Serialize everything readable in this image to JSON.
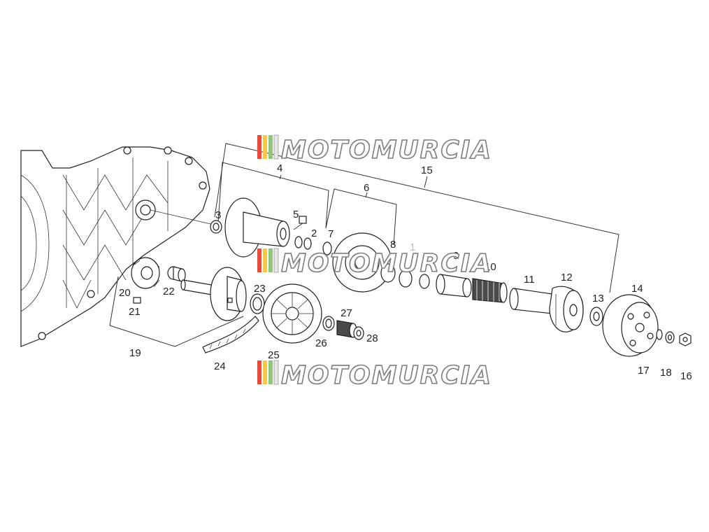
{
  "diagram": {
    "callouts": [
      "1",
      "2",
      "3",
      "4",
      "5",
      "6",
      "7",
      "8",
      "9",
      "10",
      "11",
      "12",
      "13",
      "14",
      "15",
      "16",
      "17",
      "18",
      "19",
      "20",
      "21",
      "22",
      "23",
      "24",
      "25",
      "26",
      "27",
      "28"
    ]
  },
  "watermark": {
    "text": "MOTOMURCIA",
    "colors": [
      "#e84a3c",
      "#f2c94c",
      "#8fc47a",
      "#e6e6e6"
    ]
  },
  "colors": {
    "line": "#1f1f1f",
    "watermark_outline": "#7d7d7d"
  }
}
